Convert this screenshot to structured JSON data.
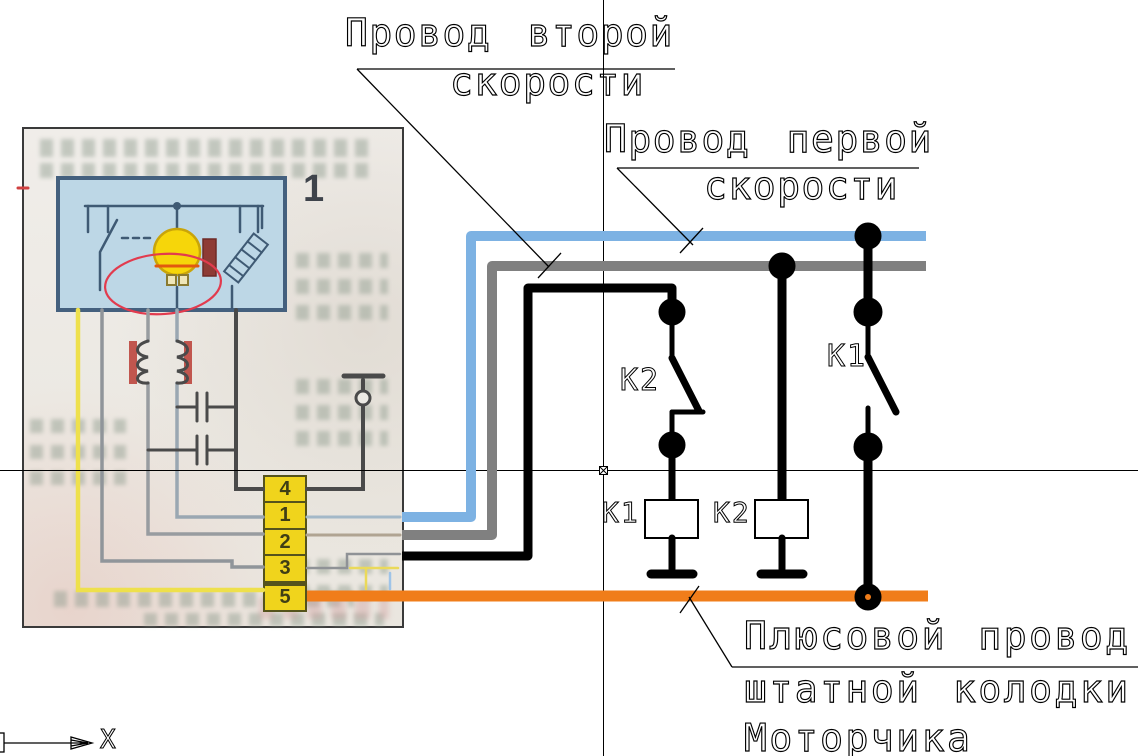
{
  "labels": {
    "wire2_line1": "Провод второй",
    "wire2_line2": "скорости",
    "wire1_line1": "Провод первой",
    "wire1_line2": "скорости",
    "plus_line1": "Плюсовой провод",
    "plus_line2": "штатной колодки",
    "plus_line3": "Моторчика",
    "switch_k2": "К2",
    "switch_k1": "К1",
    "relay_k1": "К1",
    "relay_k2": "К2",
    "photo_ref": "1",
    "axis_x": "X"
  },
  "connector_pins": [
    "4",
    "1",
    "2",
    "3",
    "5"
  ],
  "colors": {
    "wire_speed1_blue": "#7db2e3",
    "wire_speed2_gray": "#808080",
    "wire_black": "#000000",
    "wire_plus_orange": "#f07d1a",
    "paper": "#ece9e3",
    "photo_box_fill": "#bdd7e6",
    "photo_box_border": "#44607e",
    "motor_yellow": "#f6d60a",
    "annotation_red": "#e23b4e",
    "connector_yellow": "#f0d41c"
  }
}
